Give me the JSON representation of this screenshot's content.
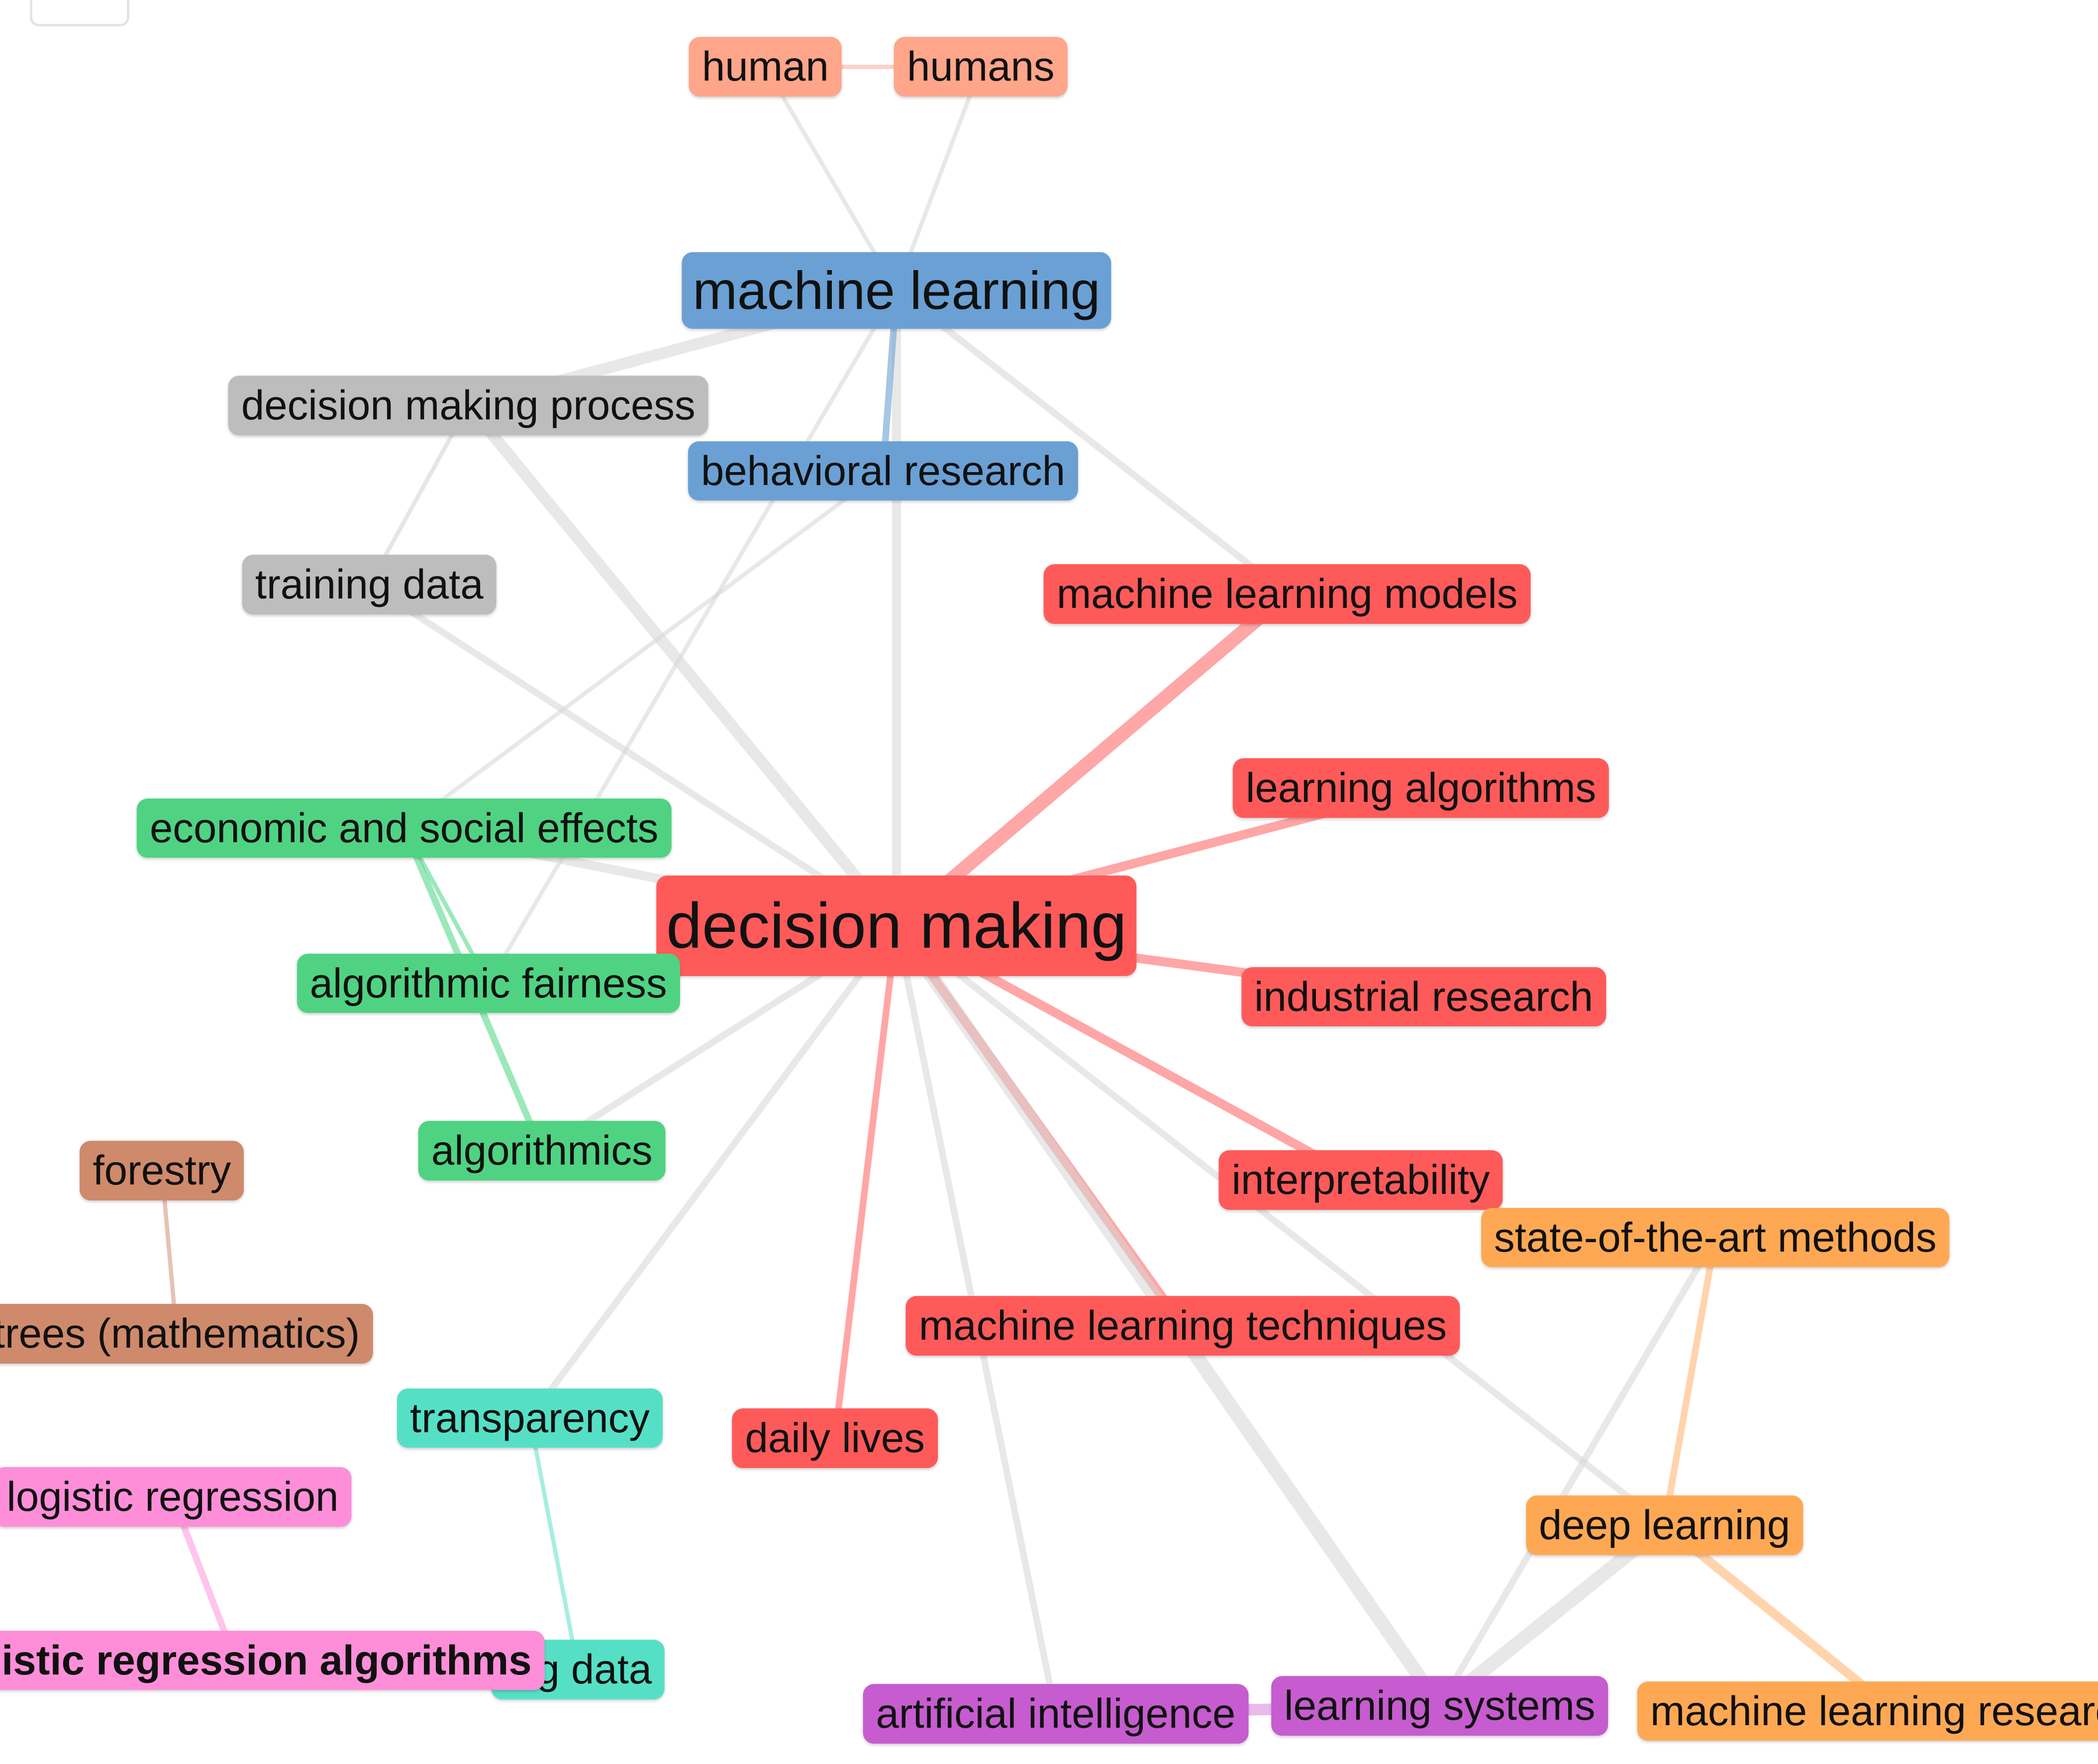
{
  "graph": {
    "clusters": {
      "red": {
        "color": "#ff5a5a",
        "edge_color": "#ff6b6b"
      },
      "blue": {
        "color": "#6aa0d4",
        "edge_color": "#6aa0d4"
      },
      "salmon": {
        "color": "#ffa58a",
        "edge_color": "#ffb1a0"
      },
      "gray": {
        "color": "#bdbdbd",
        "edge_color": "#d6d6d6"
      },
      "green": {
        "color": "#4fd382",
        "edge_color": "#59d98c"
      },
      "brown": {
        "color": "#cf8a6c",
        "edge_color": "#d49a82"
      },
      "teal": {
        "color": "#55e0c6",
        "edge_color": "#6ee3cc"
      },
      "pink": {
        "color": "#ff8ed9",
        "edge_color": "#ff9fdd"
      },
      "orange": {
        "color": "#ffa854",
        "edge_color": "#ffb877"
      },
      "purple": {
        "color": "#c65ccf",
        "edge_color": "#d88ede"
      }
    },
    "nodes": [
      {
        "id": "decision-making",
        "label": "decision making",
        "cluster": "red",
        "weight": 10
      },
      {
        "id": "machine-learning",
        "label": "machine learning",
        "cluster": "blue",
        "weight": 6
      },
      {
        "id": "behavioral-research",
        "label": "behavioral research",
        "cluster": "blue",
        "weight": 3
      },
      {
        "id": "human",
        "label": "human",
        "cluster": "salmon",
        "weight": 3
      },
      {
        "id": "humans",
        "label": "humans",
        "cluster": "salmon",
        "weight": 3
      },
      {
        "id": "decision-making-process",
        "label": "decision making process",
        "cluster": "gray",
        "weight": 3
      },
      {
        "id": "training-data",
        "label": "training data",
        "cluster": "gray",
        "weight": 3
      },
      {
        "id": "machine-learning-models",
        "label": "machine learning models",
        "cluster": "red",
        "weight": 3
      },
      {
        "id": "learning-algorithms",
        "label": "learning algorithms",
        "cluster": "red",
        "weight": 3
      },
      {
        "id": "industrial-research",
        "label": "industrial research",
        "cluster": "red",
        "weight": 3
      },
      {
        "id": "interpretability",
        "label": "interpretability",
        "cluster": "red",
        "weight": 3
      },
      {
        "id": "machine-learning-techniques",
        "label": "machine learning techniques",
        "cluster": "red",
        "weight": 3
      },
      {
        "id": "daily-lives",
        "label": "daily lives",
        "cluster": "red",
        "weight": 3
      },
      {
        "id": "economic-and-social-effects",
        "label": "economic and social effects",
        "cluster": "green",
        "weight": 3
      },
      {
        "id": "algorithmic-fairness",
        "label": "algorithmic fairness",
        "cluster": "green",
        "weight": 3
      },
      {
        "id": "algorithmics",
        "label": "algorithmics",
        "cluster": "green",
        "weight": 3
      },
      {
        "id": "forestry",
        "label": "forestry",
        "cluster": "brown",
        "weight": 3
      },
      {
        "id": "trees-mathematics",
        "label": "trees (mathematics)",
        "cluster": "brown",
        "weight": 3
      },
      {
        "id": "transparency",
        "label": "transparency",
        "cluster": "teal",
        "weight": 3
      },
      {
        "id": "big-data",
        "label": "big data",
        "cluster": "teal",
        "weight": 3
      },
      {
        "id": "logistic-regression",
        "label": "logistic regression",
        "cluster": "pink",
        "weight": 3
      },
      {
        "id": "logistic-regression-algorithms",
        "label": "logistic regression algorithms",
        "cluster": "pink",
        "weight": 3,
        "bold": true
      },
      {
        "id": "state-of-the-art-methods",
        "label": "state-of-the-art methods",
        "cluster": "orange",
        "weight": 3
      },
      {
        "id": "deep-learning",
        "label": "deep learning",
        "cluster": "orange",
        "weight": 3
      },
      {
        "id": "machine-learning-research",
        "label": "machine learning research",
        "cluster": "orange",
        "weight": 3
      },
      {
        "id": "artificial-intelligence",
        "label": "artificial intelligence",
        "cluster": "purple",
        "weight": 3
      },
      {
        "id": "learning-systems",
        "label": "learning systems",
        "cluster": "purple",
        "weight": 3
      }
    ],
    "edges": [
      {
        "from": "human",
        "to": "humans",
        "type": "cluster",
        "strength": 1
      },
      {
        "from": "human",
        "to": "machine-learning",
        "type": "cross",
        "strength": 1
      },
      {
        "from": "humans",
        "to": "machine-learning",
        "type": "cross",
        "strength": 1
      },
      {
        "from": "machine-learning",
        "to": "decision-making",
        "type": "cross",
        "strength": 3
      },
      {
        "from": "machine-learning",
        "to": "behavioral-research",
        "type": "cluster",
        "strength": 2
      },
      {
        "from": "machine-learning",
        "to": "decision-making-process",
        "type": "cross",
        "strength": 4
      },
      {
        "from": "machine-learning",
        "to": "machine-learning-models",
        "type": "cross",
        "strength": 2
      },
      {
        "from": "machine-learning",
        "to": "algorithmic-fairness",
        "type": "cross",
        "strength": 1
      },
      {
        "from": "decision-making-process",
        "to": "decision-making",
        "type": "cross",
        "strength": 4
      },
      {
        "from": "decision-making-process",
        "to": "training-data",
        "type": "cluster",
        "strength": 1
      },
      {
        "from": "training-data",
        "to": "decision-making",
        "type": "cross",
        "strength": 2
      },
      {
        "from": "behavioral-research",
        "to": "economic-and-social-effects",
        "type": "cross",
        "strength": 1
      },
      {
        "from": "decision-making",
        "to": "machine-learning-models",
        "type": "cluster",
        "strength": 5
      },
      {
        "from": "decision-making",
        "to": "learning-algorithms",
        "type": "cluster",
        "strength": 3
      },
      {
        "from": "decision-making",
        "to": "industrial-research",
        "type": "cluster",
        "strength": 3
      },
      {
        "from": "decision-making",
        "to": "interpretability",
        "type": "cluster",
        "strength": 3
      },
      {
        "from": "decision-making",
        "to": "machine-learning-techniques",
        "type": "cluster",
        "strength": 3
      },
      {
        "from": "decision-making",
        "to": "daily-lives",
        "type": "cluster",
        "strength": 2
      },
      {
        "from": "decision-making",
        "to": "economic-and-social-effects",
        "type": "cross",
        "strength": 3
      },
      {
        "from": "decision-making",
        "to": "algorithmic-fairness",
        "type": "cross",
        "strength": 2
      },
      {
        "from": "decision-making",
        "to": "algorithmics",
        "type": "cross",
        "strength": 2
      },
      {
        "from": "decision-making",
        "to": "transparency",
        "type": "cross",
        "strength": 2
      },
      {
        "from": "decision-making",
        "to": "artificial-intelligence",
        "type": "cross",
        "strength": 2
      },
      {
        "from": "decision-making",
        "to": "learning-systems",
        "type": "cross",
        "strength": 5
      },
      {
        "from": "decision-making",
        "to": "deep-learning",
        "type": "cross",
        "strength": 2
      },
      {
        "from": "economic-and-social-effects",
        "to": "algorithmics",
        "type": "cluster",
        "strength": 2
      },
      {
        "from": "algorithmic-fairness",
        "to": "economic-and-social-effects",
        "type": "cluster",
        "strength": 1
      },
      {
        "from": "forestry",
        "to": "trees-mathematics",
        "type": "cluster",
        "strength": 1
      },
      {
        "from": "transparency",
        "to": "big-data",
        "type": "cluster",
        "strength": 1
      },
      {
        "from": "logistic-regression",
        "to": "logistic-regression-algorithms",
        "type": "cluster",
        "strength": 2
      },
      {
        "from": "state-of-the-art-methods",
        "to": "deep-learning",
        "type": "cluster",
        "strength": 2
      },
      {
        "from": "deep-learning",
        "to": "machine-learning-research",
        "type": "cluster",
        "strength": 3
      },
      {
        "from": "state-of-the-art-methods",
        "to": "learning-systems",
        "type": "cross",
        "strength": 2
      },
      {
        "from": "deep-learning",
        "to": "learning-systems",
        "type": "cross",
        "strength": 5
      },
      {
        "from": "artificial-intelligence",
        "to": "learning-systems",
        "type": "cluster",
        "strength": 4
      }
    ]
  }
}
